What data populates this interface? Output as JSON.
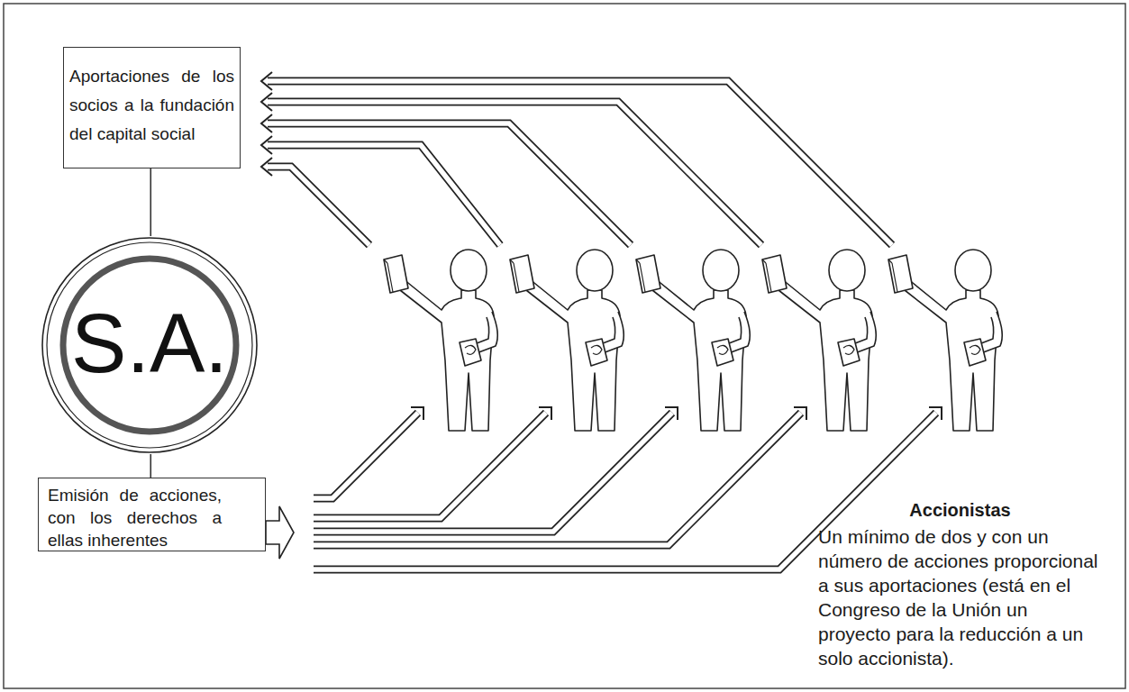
{
  "diagram": {
    "nodes": [
      {
        "text": [
          "Aportaciones de los socios a la fundación del capital social"
        ]
      },
      {
        "text": [
          "S.A."
        ]
      },
      {
        "text": [
          "Emisión de acciones, con los derechos a ellas inherentes"
        ]
      }
    ],
    "edges": [
      {
        "from": 0,
        "to": 1,
        "arrow": "none"
      },
      {
        "from": 1,
        "to": 2,
        "arrow": "none"
      }
    ],
    "labels": [
      "Accionistas",
      "Un mínimo de dos y con un número de acciones proporcional a sus aportaciones (está en el Congreso de la Unión un proyecto para la reducción a un solo accionista)."
    ]
  }
}
